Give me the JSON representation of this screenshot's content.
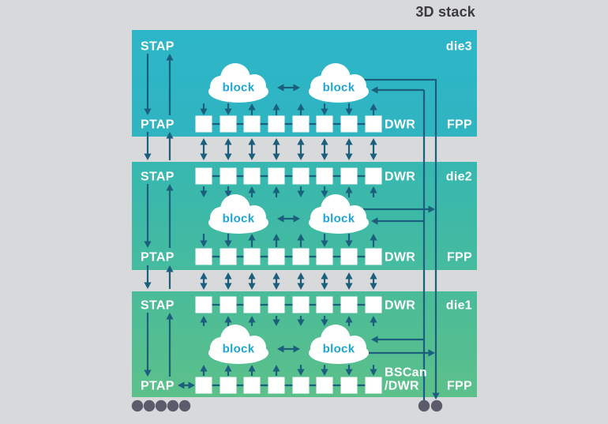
{
  "title": "3D stack",
  "colors": {
    "page_background": "#d8d9db",
    "line_and_arrow": "#1c5f7c",
    "square_fill": "#ffffff",
    "cloud_fill": "#ffffff",
    "block_text": "#1ea5d3",
    "label_text": "#ffffff",
    "title_text": "#3b3b3f",
    "ball_fill": "#5b5b6c",
    "die3_gradient_top": "#2db6c9",
    "die3_gradient_bottom": "#30b4c0",
    "die2_gradient_top": "#36b7b1",
    "die2_gradient_bottom": "#46bb9e",
    "die1_gradient_top": "#4abc99",
    "die1_gradient_bottom": "#5cc08a"
  },
  "dies": [
    {
      "id": "die3",
      "die_label": "die3",
      "stap_label": "STAP",
      "ptap_label": "PTAP",
      "fpp_label": "FPP",
      "cloud_labels": [
        "block",
        "block"
      ],
      "rows": [
        {
          "position": "bottom",
          "label": "DWR",
          "square_count": 8
        }
      ],
      "arrow_directions": {
        "cloud_to_bottom_row": [
          "down",
          "down",
          "up",
          "up",
          "up",
          "down",
          "down",
          "up"
        ]
      }
    },
    {
      "id": "die2",
      "die_label": "die2",
      "stap_label": "STAP",
      "ptap_label": "PTAP",
      "fpp_label": "FPP",
      "cloud_labels": [
        "block",
        "block"
      ],
      "rows": [
        {
          "position": "top",
          "label": "DWR",
          "square_count": 8
        },
        {
          "position": "bottom",
          "label": "DWR",
          "square_count": 8
        }
      ],
      "arrow_directions": {
        "top_row_to_cloud": [
          "down",
          "down",
          "up",
          "up",
          "down",
          "down",
          "up",
          "up"
        ],
        "cloud_to_bottom_row": [
          "down",
          "down",
          "up",
          "up",
          "up",
          "down",
          "down",
          "up"
        ]
      }
    },
    {
      "id": "die1",
      "die_label": "die1",
      "stap_label": "STAP",
      "ptap_label": "PTAP",
      "fpp_label": "FPP",
      "cloud_labels": [
        "block",
        "block"
      ],
      "rows": [
        {
          "position": "top",
          "label": "DWR",
          "square_count": 8
        },
        {
          "position": "bottom",
          "label": "/DWR",
          "label_above": "BSCan",
          "square_count": 8
        }
      ],
      "arrow_directions": {
        "top_row_to_cloud": [
          "up",
          "up",
          "up",
          "down",
          "down",
          "down",
          "up",
          "up"
        ],
        "cloud_to_bottom_row": [
          "up",
          "up",
          "up",
          "up",
          "down",
          "down",
          "down",
          "down"
        ]
      }
    }
  ],
  "inter_die_gaps": [
    {
      "between": "die3-die2",
      "bidirectional_arrow_count": 8
    },
    {
      "between": "die2-die1",
      "bidirectional_arrow_count": 8
    }
  ],
  "package_balls": {
    "left_count": 5,
    "right_count": 2
  }
}
